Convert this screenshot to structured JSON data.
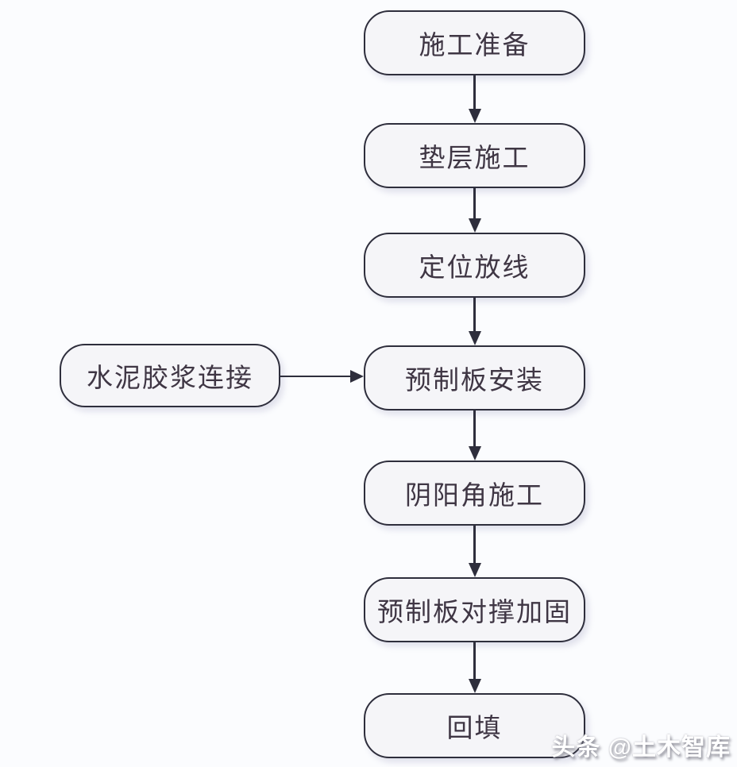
{
  "page": {
    "background_color": "#fbfcfe"
  },
  "flowchart": {
    "type": "vertical-process-flow",
    "nodes": [
      {
        "id": "construction-preparation",
        "label": "施工准备"
      },
      {
        "id": "cushion-layer-construction",
        "label": "垫层施工"
      },
      {
        "id": "positioning-setting-out",
        "label": "定位放线"
      },
      {
        "id": "precast-slab-installation",
        "label": "预制板安装"
      },
      {
        "id": "corner-construction",
        "label": "阴阳角施工"
      },
      {
        "id": "slab-bracing-reinforcement",
        "label": "预制板对撑加固"
      },
      {
        "id": "backfill",
        "label": "回填"
      }
    ],
    "side_node": {
      "id": "cement-grout-connection",
      "label": "水泥胶浆连接"
    },
    "edges": [
      {
        "from": "施工准备",
        "to": "垫层施工"
      },
      {
        "from": "垫层施工",
        "to": "定位放线"
      },
      {
        "from": "定位放线",
        "to": "预制板安装"
      },
      {
        "from": "水泥胶浆连接",
        "to": "预制板安装"
      },
      {
        "from": "预制板安装",
        "to": "阴阳角施工"
      },
      {
        "from": "阴阳角施工",
        "to": "预制板对撑加固"
      },
      {
        "from": "预制板对撑加固",
        "to": "回填"
      }
    ],
    "colors": {
      "node_border": "#2e2e3c",
      "node_fill": "#f5f5f8",
      "arrow": "#2e2e3c",
      "text": "#3f3644"
    }
  },
  "watermark": {
    "text": "头条 @土木智库",
    "color": "#ffffff"
  }
}
